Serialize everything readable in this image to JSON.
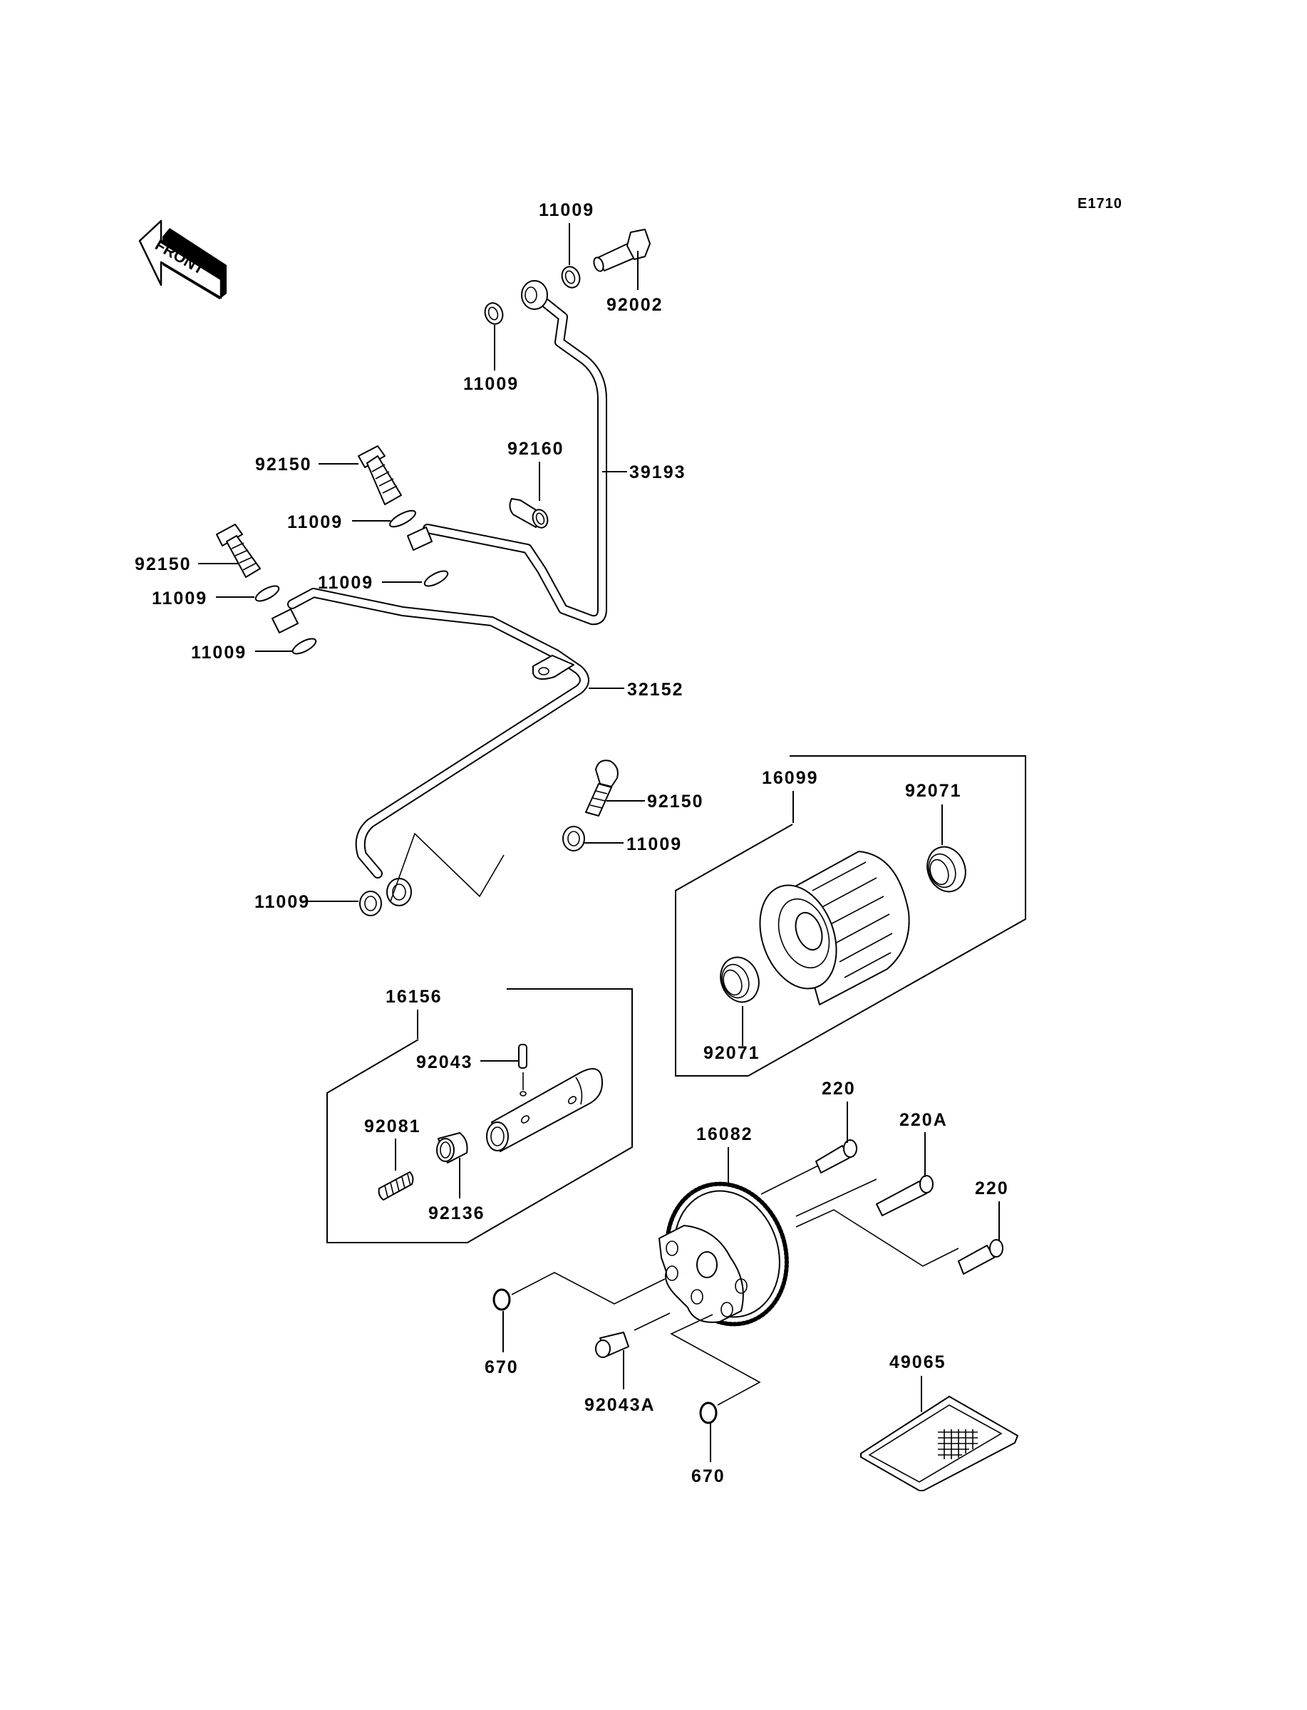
{
  "diagram": {
    "code": "E1710",
    "front_indicator": "FRONT",
    "colors": {
      "line": "#000000",
      "background": "#ffffff"
    },
    "labels": {
      "washer_top_1": "11009",
      "banjo_bolt_top": "92002",
      "washer_top_2": "11009",
      "spacer_92160": "92160",
      "pipe_39193": "39193",
      "bolt_92150_a": "92150",
      "washer_a": "11009",
      "bolt_92150_b": "92150",
      "washer_b": "11009",
      "washer_c": "11009",
      "washer_d": "11009",
      "pipe_32152": "32152",
      "bolt_92150_c": "92150",
      "washer_e": "11009",
      "washer_f": "11009",
      "filter_kit": "16099",
      "oring_92071_top": "92071",
      "oring_92071_bottom": "92071",
      "relief_valve_kit": "16156",
      "pin_92043": "92043",
      "spring_92081": "92081",
      "piston_92136": "92136",
      "oil_pump": "16082",
      "bolt_220_a": "220",
      "bolt_220A": "220A",
      "bolt_220_b": "220",
      "oring_670_left": "670",
      "dowel_92043A": "92043A",
      "oring_670_bottom": "670",
      "screen_49065": "49065"
    }
  }
}
